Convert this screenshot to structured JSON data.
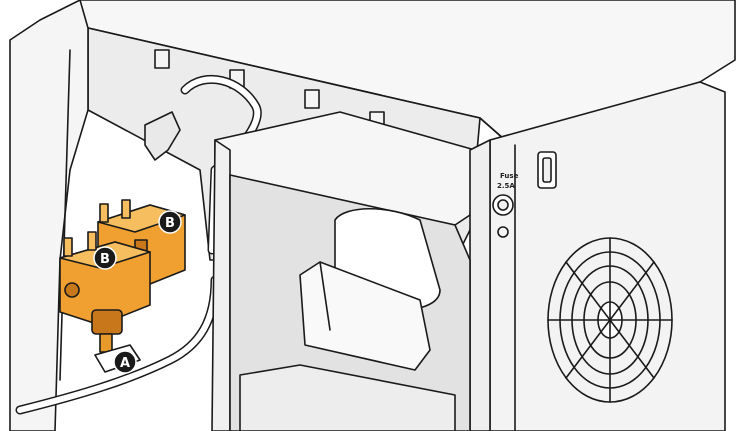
{
  "callouts": [
    {
      "id": "A",
      "letter": "A"
    },
    {
      "id": "B1",
      "letter": "B"
    },
    {
      "id": "B2",
      "letter": "B"
    }
  ],
  "fuse": {
    "title": "Fuse",
    "rating": "2.5A"
  },
  "colors": {
    "outline": "#1a1a1a",
    "panel": "#f2f2f2",
    "valve": "#f0a030",
    "valve_dark": "#c8781a",
    "callout_fill": "#1a1a1a",
    "callout_text": "#ffffff"
  }
}
